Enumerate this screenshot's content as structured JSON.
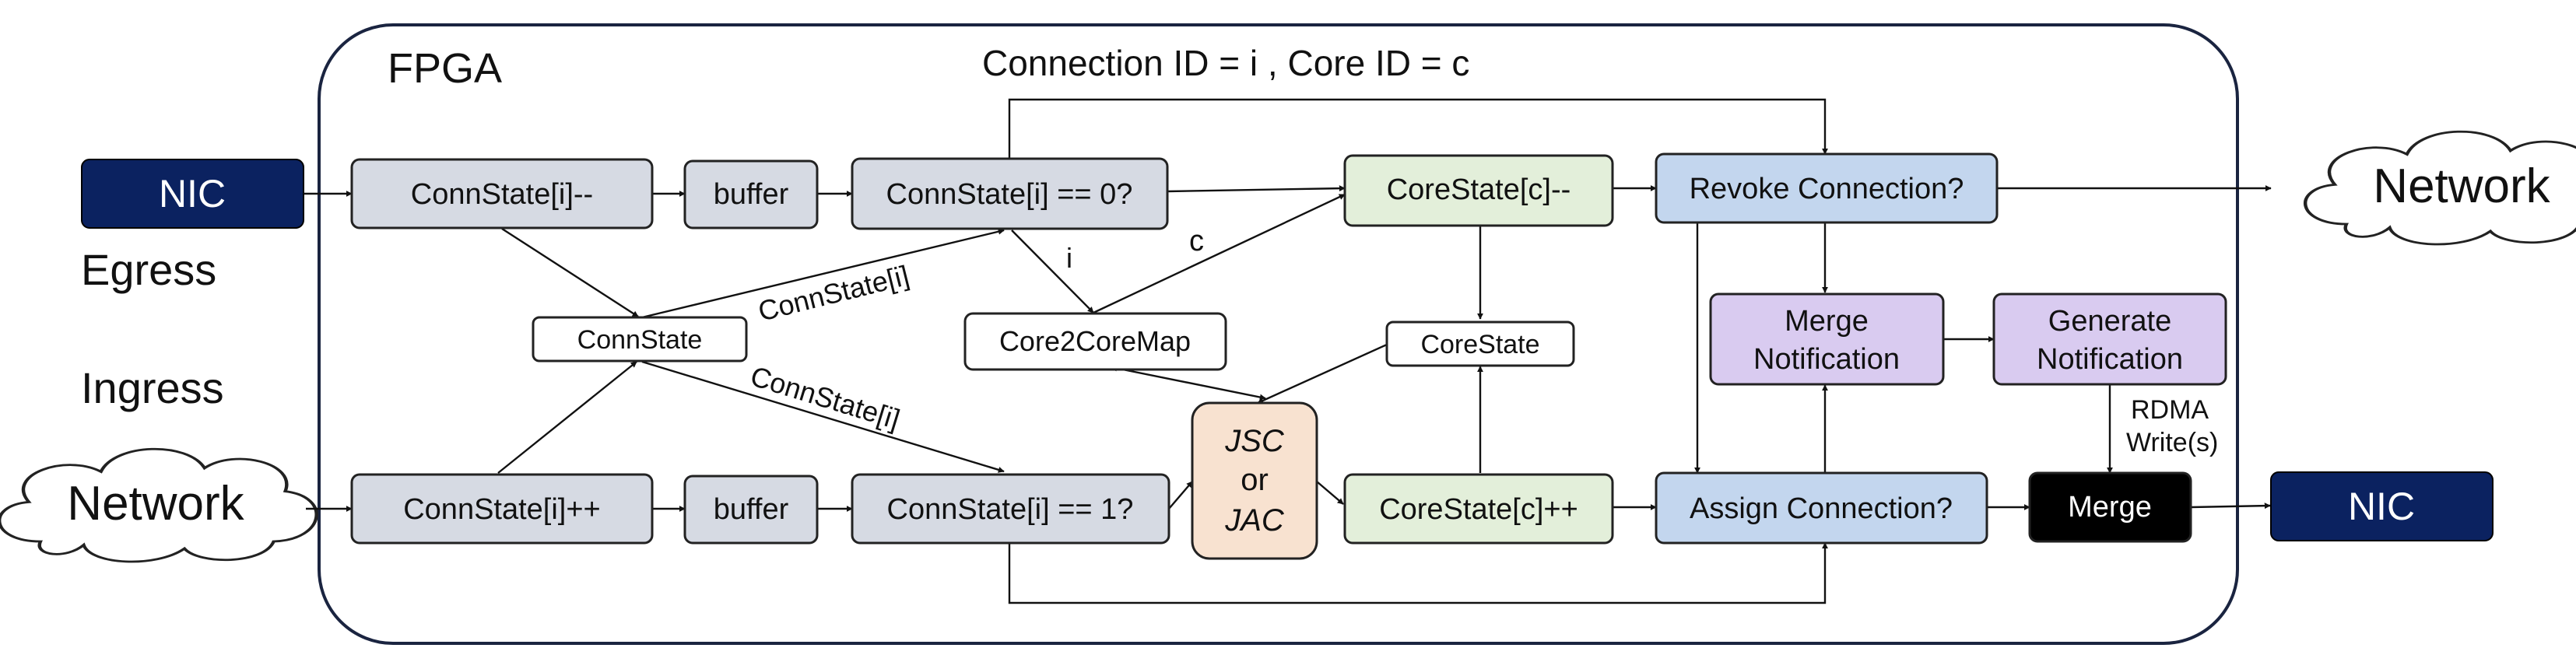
{
  "fpga_label": "FPGA",
  "connection_core_label": "Connection ID = i ,   Core ID = c",
  "left_nic": "NIC",
  "egress_label": "Egress",
  "ingress_label": "Ingress",
  "left_network": "Network",
  "right_network": "Network",
  "right_nic": "NIC",
  "boxes": {
    "connstate_dec": "ConnState[i]--",
    "buffer_top": "buffer",
    "connstate_eq0": "ConnState[i] == 0?",
    "connstate": "ConnState",
    "core2coremap": "Core2CoreMap",
    "connstate_inc": "ConnState[i]++",
    "buffer_bottom": "buffer",
    "connstate_eq1": "ConnState[i] == 1?",
    "jsc_line1": "JSC",
    "jsc_line2": "or",
    "jsc_line3": "JAC",
    "corestate_dec": "CoreState[c]--",
    "corestate": "CoreState",
    "corestate_inc": "CoreState[c]++",
    "revoke": "Revoke Connection?",
    "merge_notif_line1": "Merge",
    "merge_notif_line2": "Notification",
    "gen_notif_line1": "Generate",
    "gen_notif_line2": "Notification",
    "assign": "Assign Connection?",
    "merge": "Merge"
  },
  "edge_labels": {
    "connstate_i_upper": "ConnState[i]",
    "connstate_i_lower": "ConnState[i]",
    "i_label": "i",
    "c_label": "c",
    "rdma_line1": "RDMA",
    "rdma_line2": "Write(s)"
  },
  "colors": {
    "navy": "#0b2260",
    "gray_box": "#d6dae3",
    "green_box": "#e3efda",
    "blue_box": "#c3d6ee",
    "purple_box": "#d9cbf0",
    "peach_box": "#f8e2d0",
    "black_box": "#000000",
    "white_box": "#ffffff"
  }
}
